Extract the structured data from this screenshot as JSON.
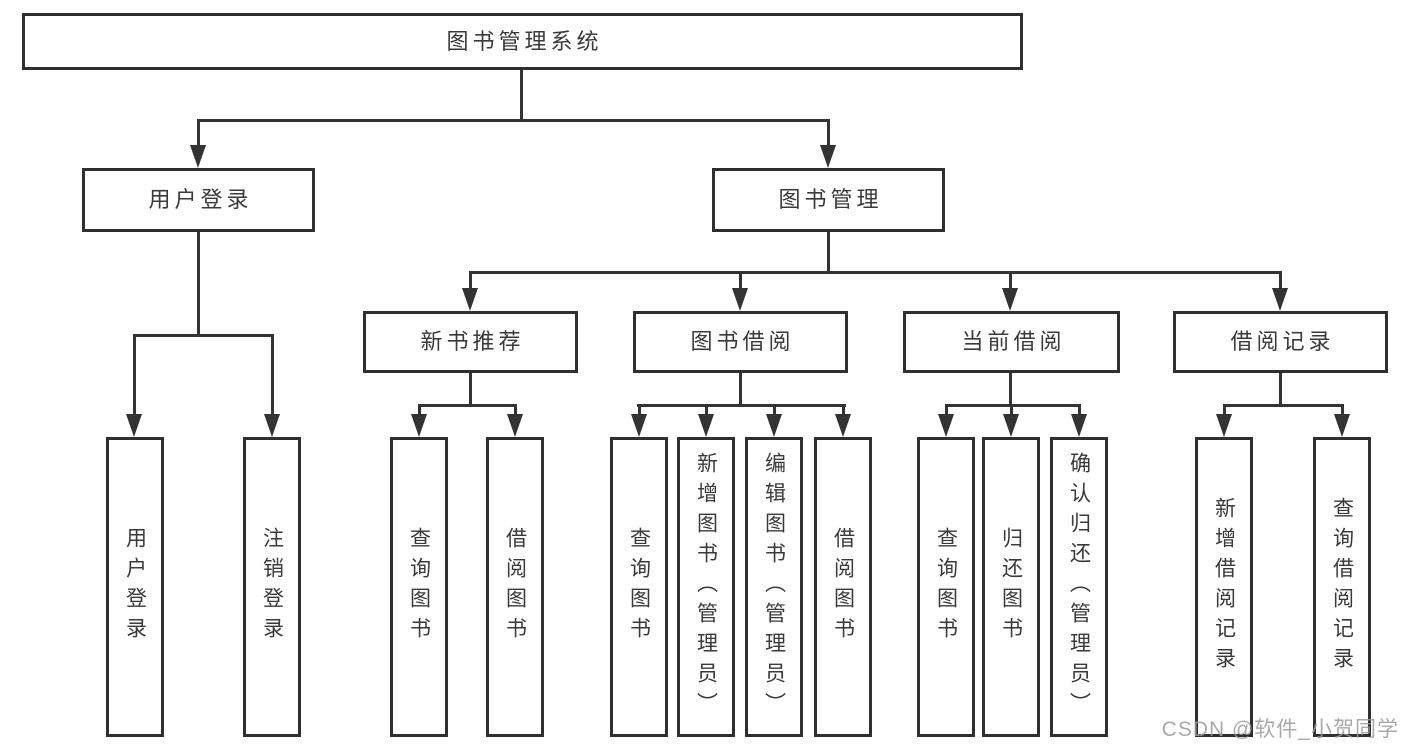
{
  "diagram": {
    "tree": {
      "label": "图书管理系统",
      "children": [
        {
          "label": "用户登录",
          "children": [
            {
              "label": "用户登录"
            },
            {
              "label": "注销登录"
            }
          ]
        },
        {
          "label": "图书管理",
          "children": [
            {
              "label": "新书推荐",
              "children": [
                {
                  "label": "查询图书"
                },
                {
                  "label": "借阅图书"
                }
              ]
            },
            {
              "label": "图书借阅",
              "children": [
                {
                  "label": "查询图书"
                },
                {
                  "label": "新增图书（管理员）"
                },
                {
                  "label": "编辑图书（管理员）"
                },
                {
                  "label": "借阅图书"
                }
              ]
            },
            {
              "label": "当前借阅",
              "children": [
                {
                  "label": "查询图书"
                },
                {
                  "label": "归还图书"
                },
                {
                  "label": "确认归还（管理员）"
                }
              ]
            },
            {
              "label": "借阅记录",
              "children": [
                {
                  "label": "新增借阅记录"
                },
                {
                  "label": "查询借阅记录"
                }
              ]
            }
          ]
        }
      ]
    },
    "watermark": "CSDN @软件_小贺同学",
    "colors": {
      "line": "#333333",
      "box_border": "#2f2f2f",
      "text": "#3a3a3a",
      "watermark": "#9b9b9b"
    }
  }
}
